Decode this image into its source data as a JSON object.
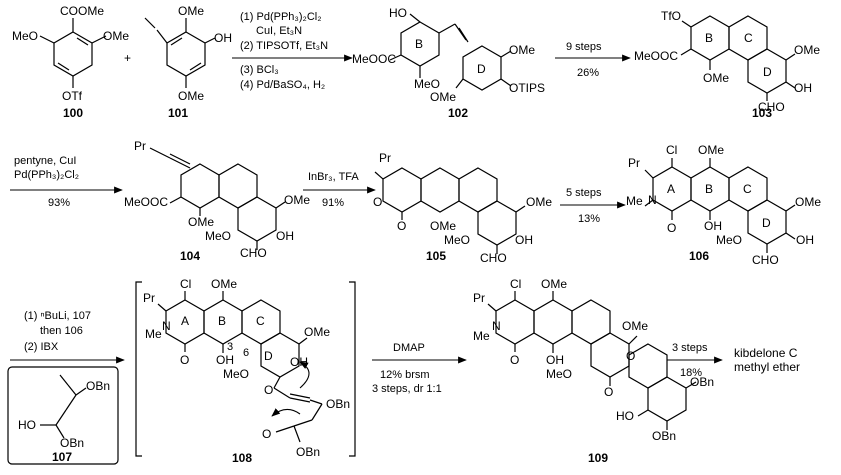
{
  "compounds": {
    "c100": {
      "number": "100",
      "sub": [
        "COOMe",
        "MeO",
        "OMe",
        "OTf"
      ]
    },
    "c101": {
      "number": "101",
      "sub": [
        "OMe",
        "OH",
        "OMe"
      ]
    },
    "c102": {
      "number": "102",
      "sub": [
        "HO",
        "MeOOC",
        "B",
        "OMe",
        "MeO",
        "OMe",
        "D",
        "OTIPS"
      ]
    },
    "c103": {
      "number": "103",
      "sub": [
        "TfO",
        "MeOOC",
        "B",
        "C",
        "OMe",
        "D",
        "OMe",
        "OH",
        "CHO"
      ]
    },
    "c104": {
      "number": "104",
      "sub": [
        "Pr",
        "MeOOC",
        "OMe",
        "OMe",
        "MeO",
        "OH",
        "CHO"
      ]
    },
    "c105": {
      "number": "105",
      "sub": [
        "Pr",
        "O",
        "O",
        "OMe",
        "OMe",
        "MeO",
        "OH",
        "CHO"
      ]
    },
    "c106": {
      "number": "106",
      "sub": [
        "Cl",
        "OMe",
        "Pr",
        "N",
        "A",
        "B",
        "C",
        "OMe",
        "Me",
        "O",
        "OH",
        "D",
        "OH",
        "MeO",
        "CHO"
      ]
    },
    "c107": {
      "number": "107",
      "sub": [
        "OBn",
        "HO",
        "OBn"
      ]
    },
    "c108": {
      "number": "108",
      "sub": [
        "Cl",
        "OMe",
        "Pr",
        "N",
        "A",
        "B",
        "C",
        "OMe",
        "Me",
        "O",
        "3",
        "OH",
        "6",
        "D",
        "OH",
        "MeO",
        "O",
        "OBn",
        "O",
        "OBn"
      ]
    },
    "c109": {
      "number": "109",
      "sub": [
        "Cl",
        "OMe",
        "Pr",
        "N",
        "OMe",
        "Me",
        "O",
        "OH",
        "MeO",
        "O",
        "O",
        "OBn",
        "HO",
        "OBn"
      ]
    }
  },
  "arrows": {
    "a1": {
      "above": [
        "(1) Pd(PPh₃)₂Cl₂",
        "CuI, Et₃N",
        "(2) TIPSOTf, Et₃N"
      ],
      "below": [
        "(3) BCl₃",
        "(4) Pd/BaSO₄, H₂"
      ]
    },
    "a2": {
      "above": [
        "9 steps"
      ],
      "below": [
        "26%"
      ]
    },
    "a3": {
      "above": [
        "pentyne, CuI",
        "Pd(PPh₃)₂Cl₂"
      ],
      "below": [
        "93%"
      ]
    },
    "a4": {
      "above": [
        "InBr₃, TFA"
      ],
      "below": [
        "91%"
      ]
    },
    "a5": {
      "above": [
        "5 steps"
      ],
      "below": [
        "13%"
      ]
    },
    "a6": {
      "above": [
        "(1) ⁿBuLi, 107",
        "then 106",
        "(2) IBX"
      ],
      "below": []
    },
    "a7": {
      "above": [
        "DMAP"
      ],
      "below": [
        "12% brsm",
        "3 steps, dr 1:1"
      ]
    },
    "a8": {
      "above": [
        "3 steps"
      ],
      "below": [
        "18%"
      ]
    }
  },
  "plus": "+",
  "product": {
    "line1": "kibdelone C",
    "line2": "methyl ether"
  }
}
